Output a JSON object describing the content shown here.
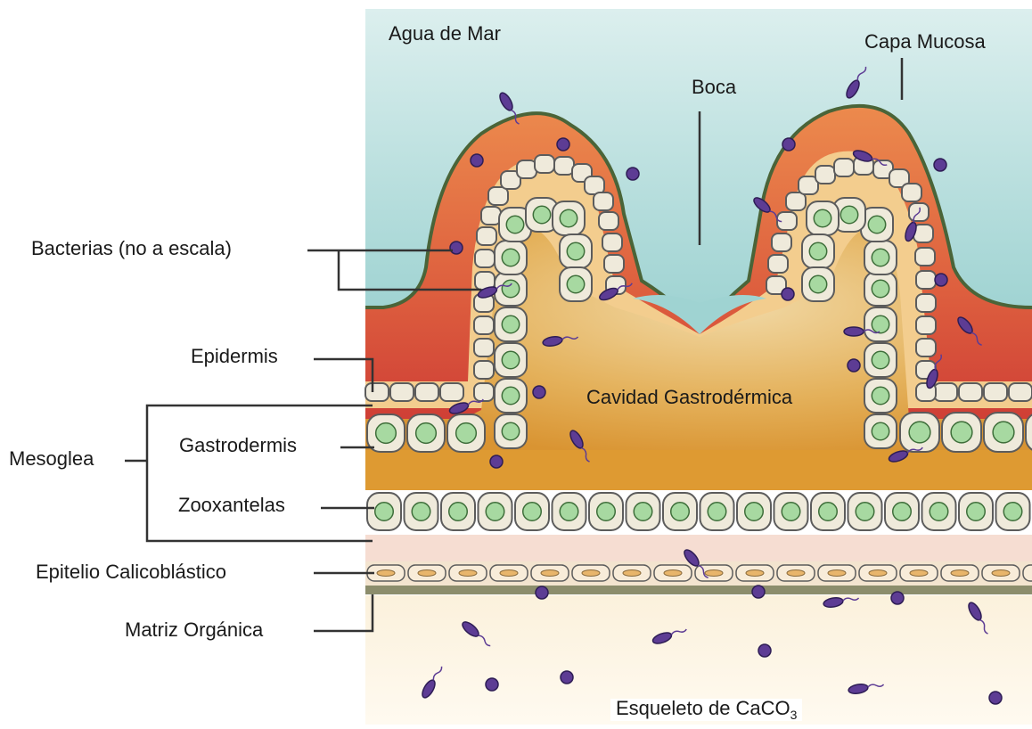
{
  "labels": {
    "sea_water": "Agua de Mar",
    "mucus_layer": "Capa Mucosa",
    "mouth": "Boca",
    "bacteria": "Bacterias (no a escala)",
    "epidermis": "Epidermis",
    "gastrodermal_cavity": "Cavidad Gastrodérmica",
    "mesoglea": "Mesoglea",
    "gastrodermis": "Gastrodermis",
    "zooxanthellae": "Zooxantelas",
    "calicoblastic_epithelium": "Epitelio Calicoblástico",
    "organic_matrix": "Matriz Orgánica",
    "skeleton_main": "Esqueleto de CaCO",
    "skeleton_sub": "3"
  },
  "colors": {
    "sea_water": "#a9d6d6",
    "tissue_outer": "#d9563c",
    "tissue_gradient": "#e8874e",
    "mucus_line": "#4f6b3a",
    "mesoglea": "#f4d49a",
    "cavity": "#e2a94a",
    "cell_fill": "#efeadb",
    "cell_border": "#5c5c5c",
    "zooxanthella": "#a7d9a1",
    "bacteria": "#5d3c94",
    "skeleton": "#fdf6e6",
    "calicoblastic_band": "#f6e6d2",
    "organic_matrix": "#8a8a6a"
  }
}
